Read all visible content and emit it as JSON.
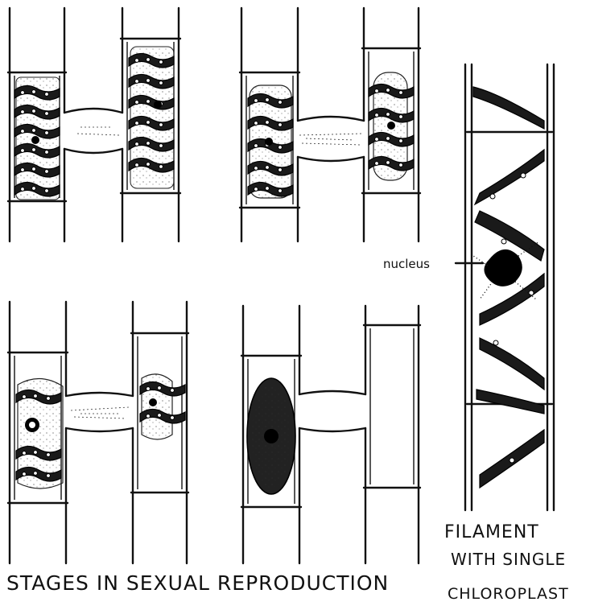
{
  "labels": {
    "nucleus": "nucleus",
    "title_left": "STAGES IN SEXUAL REPRODUCTION",
    "title_right_line1": "FILAMENT",
    "title_right_line2": "WITH SINGLE",
    "title_right_line3": "CHLOROPLAST"
  },
  "colors": {
    "ink": "#111111",
    "paper": "#ffffff"
  }
}
